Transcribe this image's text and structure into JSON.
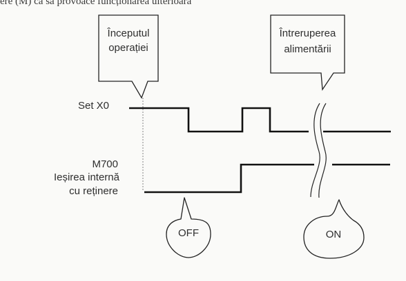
{
  "header_fragment": "ere (M) că să provoace funcționarea ulterioară",
  "callouts": {
    "start": {
      "line1": "Începutul",
      "line2": "operației"
    },
    "power": {
      "line1": "Întreruperea",
      "line2": "alimentării"
    }
  },
  "signals": {
    "x0": {
      "label": "Set X0"
    },
    "m700": {
      "line1": "M700",
      "line2": "Ieșirea internă",
      "line3": "cu reținere"
    }
  },
  "bubbles": {
    "off": "OFF",
    "on": "ON"
  },
  "colors": {
    "ink": "#1a1a1a",
    "paper": "#fafaf8"
  }
}
